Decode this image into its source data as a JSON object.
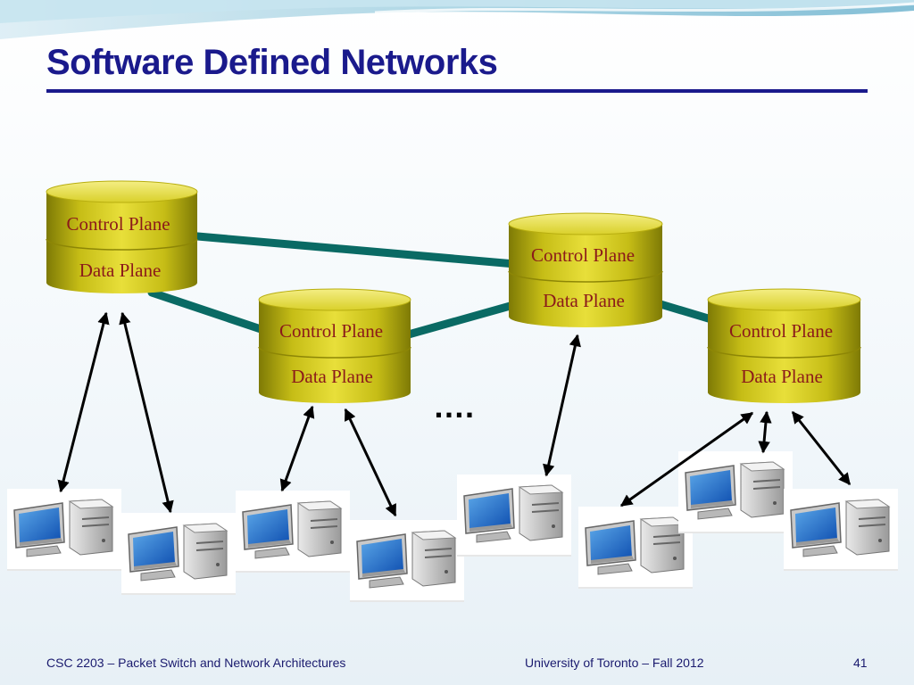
{
  "slide": {
    "title": "Software Defined Networks",
    "accent_color": "#1a1a8c",
    "link_color": "#0a6a64"
  },
  "diagram": {
    "nodes": [
      {
        "id": "switch-1",
        "control_label": "Control Plane",
        "data_label": "Data Plane"
      },
      {
        "id": "switch-2",
        "control_label": "Control Plane",
        "data_label": "Data Plane"
      },
      {
        "id": "switch-3",
        "control_label": "Control Plane",
        "data_label": "Data Plane"
      },
      {
        "id": "switch-4",
        "control_label": "Control Plane",
        "data_label": "Data Plane"
      }
    ],
    "ellipsis": "….",
    "hosts": [
      {
        "id": "host-1",
        "icon": "desktop-computer-icon"
      },
      {
        "id": "host-2",
        "icon": "desktop-computer-icon"
      },
      {
        "id": "host-3",
        "icon": "desktop-computer-icon"
      },
      {
        "id": "host-4",
        "icon": "desktop-computer-icon"
      },
      {
        "id": "host-5",
        "icon": "desktop-computer-icon"
      },
      {
        "id": "host-6",
        "icon": "desktop-computer-icon"
      },
      {
        "id": "host-7",
        "icon": "desktop-computer-icon"
      },
      {
        "id": "host-8",
        "icon": "desktop-computer-icon"
      }
    ]
  },
  "footer": {
    "course": "CSC 2203 – Packet Switch and Network Architectures",
    "institution": "University of Toronto – Fall 2012",
    "page_number": "41"
  }
}
